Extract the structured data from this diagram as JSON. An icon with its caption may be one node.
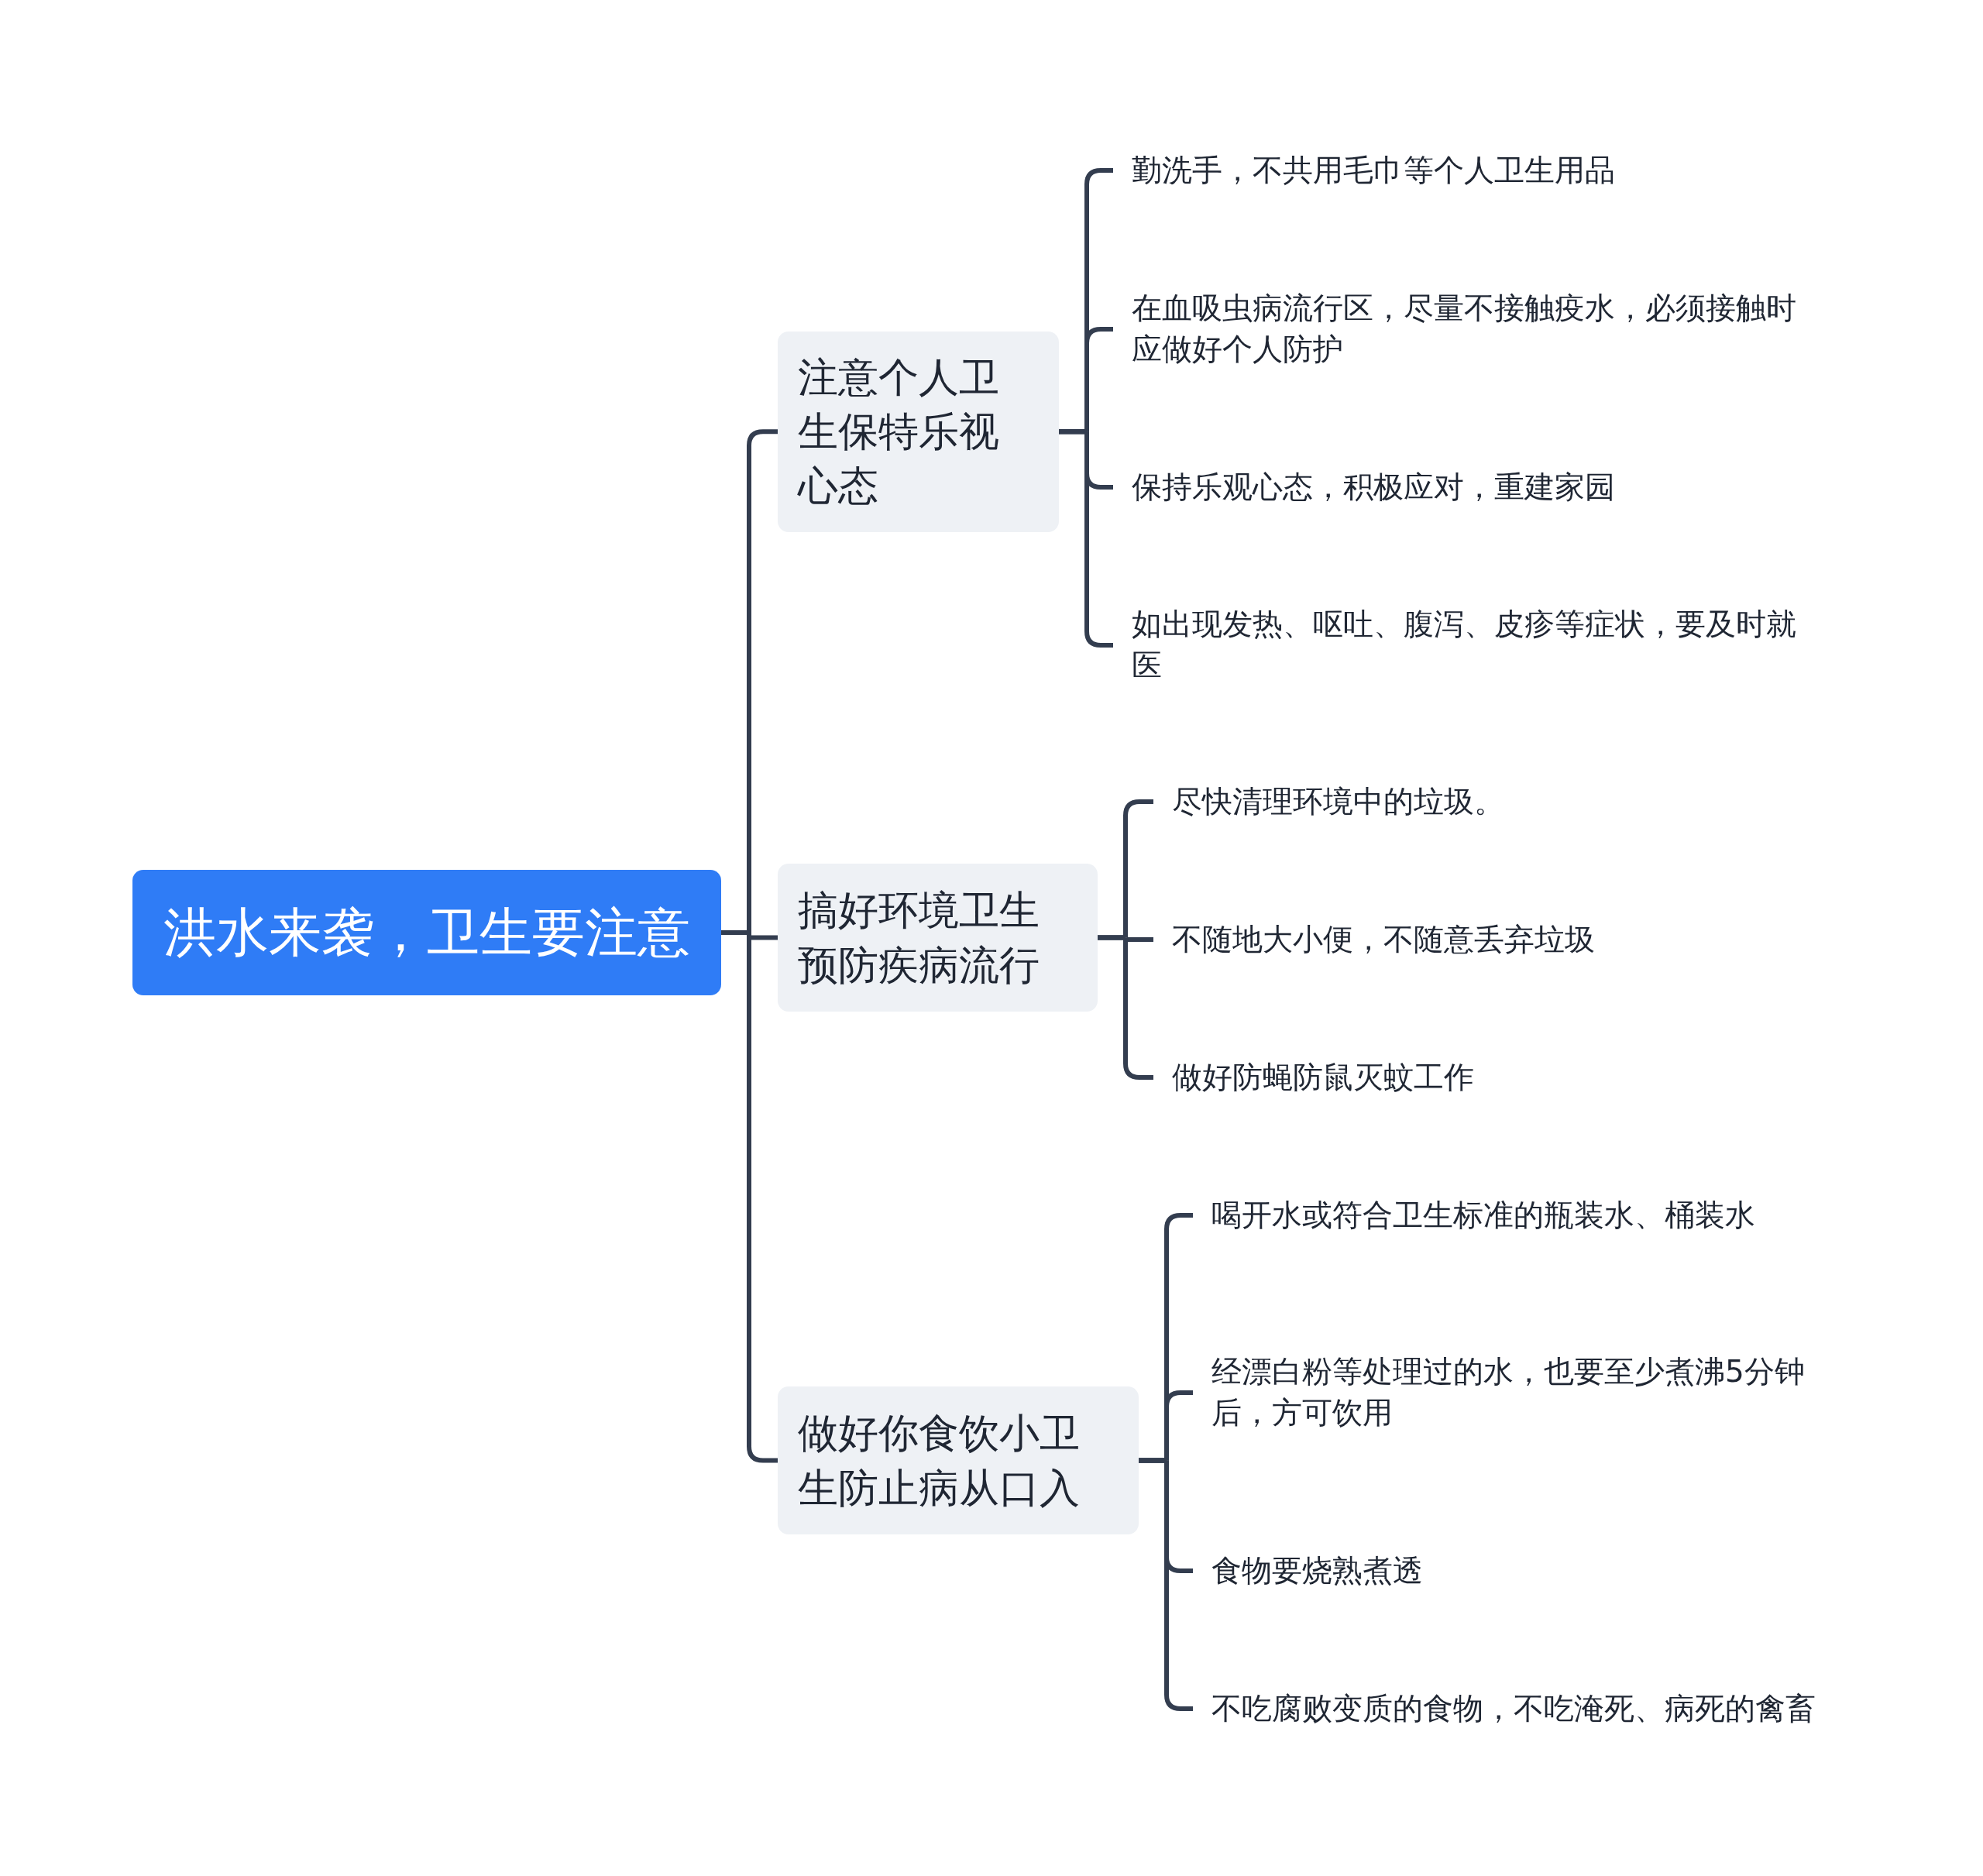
{
  "diagram": {
    "nodes": [
      {
        "text": [
          "洪水来袭，卫生要注意"
        ]
      },
      {
        "text": [
          "注意个人卫生保特乐视心态"
        ]
      },
      {
        "text": [
          "勤洗手，不共用毛巾等个人卫生用品"
        ]
      },
      {
        "text": [
          "在血吸虫病流行区，尽量不接触疫水，必须接触时应做好个人防护"
        ]
      },
      {
        "text": [
          "保持乐观心态，积极应对，重建家园"
        ]
      },
      {
        "text": [
          "如出现发热、呕吐、腹泻、皮疹等症状，要及时就医"
        ]
      },
      {
        "text": [
          "搞好环境卫生预防疾病流行"
        ]
      },
      {
        "text": [
          "尽快清理环境中的垃圾。"
        ]
      },
      {
        "text": [
          "不随地大小便，不随意丢弃垃圾"
        ]
      },
      {
        "text": [
          "做好防蝇防鼠灭蚊工作"
        ]
      },
      {
        "text": [
          "做好你食饮小卫生防止病从口入"
        ]
      },
      {
        "text": [
          "喝开水或符合卫生标准的瓶装水、桶装水"
        ]
      },
      {
        "text": [
          "经漂白粉等处理过的水，也要至少煮沸5分钟后，方可饮用"
        ]
      },
      {
        "text": [
          "食物要烧熟煮透"
        ]
      },
      {
        "text": [
          "不吃腐败变质的食物，不吃淹死、病死的禽畜"
        ]
      }
    ],
    "edges": [
      {
        "from": 0,
        "to": 1,
        "arrow": "none"
      },
      {
        "from": 0,
        "to": 6,
        "arrow": "none"
      },
      {
        "from": 0,
        "to": 10,
        "arrow": "none"
      },
      {
        "from": 1,
        "to": 2,
        "arrow": "none"
      },
      {
        "from": 1,
        "to": 3,
        "arrow": "none"
      },
      {
        "from": 1,
        "to": 4,
        "arrow": "none"
      },
      {
        "from": 1,
        "to": 5,
        "arrow": "none"
      },
      {
        "from": 6,
        "to": 7,
        "arrow": "none"
      },
      {
        "from": 6,
        "to": 8,
        "arrow": "none"
      },
      {
        "from": 6,
        "to": 9,
        "arrow": "none"
      },
      {
        "from": 10,
        "to": 11,
        "arrow": "none"
      },
      {
        "from": 10,
        "to": 12,
        "arrow": "none"
      },
      {
        "from": 10,
        "to": 13,
        "arrow": "none"
      },
      {
        "from": 10,
        "to": 14,
        "arrow": "none"
      }
    ]
  }
}
